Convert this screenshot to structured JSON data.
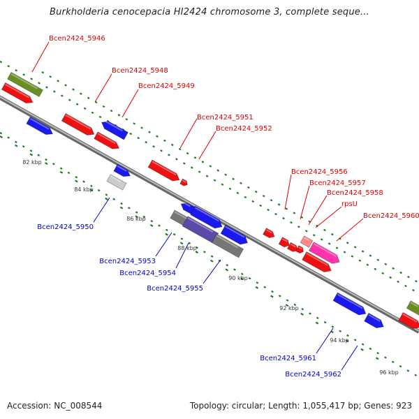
{
  "header": {
    "title": "Burkholderia cenocepacia HI2424 chromosome 3, complete seque..."
  },
  "footer": {
    "accession": "Accession: NC_008544",
    "summary": "Topology: circular; Length: 1,055,417 bp; Genes: 923"
  },
  "colors": {
    "red": "#ee1111",
    "blue": "#1a1aee",
    "olive": "#6b8e23",
    "gray": "#777777",
    "lightgray": "#cccccc",
    "purple": "#5b4aa8",
    "pink": "#ff33aa",
    "lightred": "#ff8888",
    "darkgreen": "#1f7a1f",
    "label_red": "#dd0000",
    "label_blue": "#0000cc"
  },
  "ticks": [
    "82 kbp",
    "84 kbp",
    "86 kbp",
    "88 kbp",
    "90 kbp",
    "92 kbp",
    "94 kbp",
    "96 kbp"
  ],
  "genes_top": [
    "Bcen2424_5946",
    "Bcen2424_5948",
    "Bcen2424_5949",
    "Bcen2424_5951",
    "Bcen2424_5952",
    "Bcen2424_5956",
    "Bcen2424_5957",
    "Bcen2424_5958",
    "rpsU",
    "Bcen2424_5960"
  ],
  "genes_bottom": [
    "Bcen2424_5950",
    "Bcen2424_5953",
    "Bcen2424_5954",
    "Bcen2424_5955",
    "Bcen2424_5961",
    "Bcen2424_5962"
  ]
}
